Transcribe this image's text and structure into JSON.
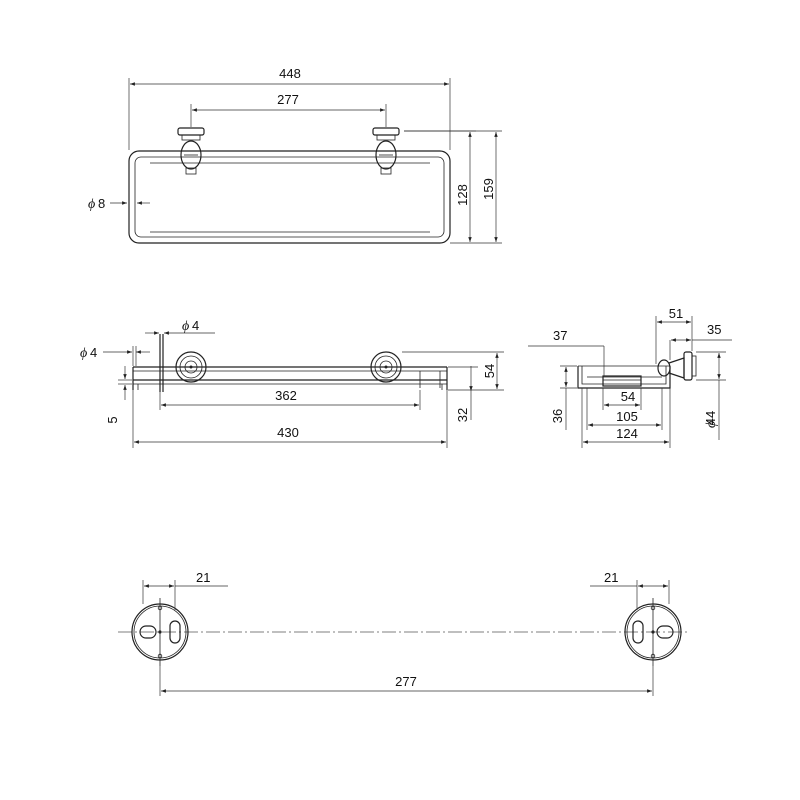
{
  "top_view": {
    "width_overall": "448",
    "bracket_spacing": "277",
    "rod_diameter_symbol": "ϕ",
    "rod_diameter": "8",
    "depth_inner": "128",
    "depth_overall": "159"
  },
  "front_view": {
    "phi_symbol": "ϕ",
    "pin_diameter_a": "4",
    "pin_diameter_b": "4",
    "offset_5": "5",
    "rail_length": "362",
    "overall_length": "430",
    "height_54": "54",
    "height_32": "32"
  },
  "side_view": {
    "phi_symbol": "ϕ",
    "dim_37": "37",
    "dim_51": "51",
    "dim_35": "35",
    "dim_36": "36",
    "dim_54": "54",
    "dim_105": "105",
    "dim_124": "124",
    "base_diameter": "44"
  },
  "mount_view": {
    "left_offset": "21",
    "right_offset": "21",
    "hole_spacing": "277"
  }
}
